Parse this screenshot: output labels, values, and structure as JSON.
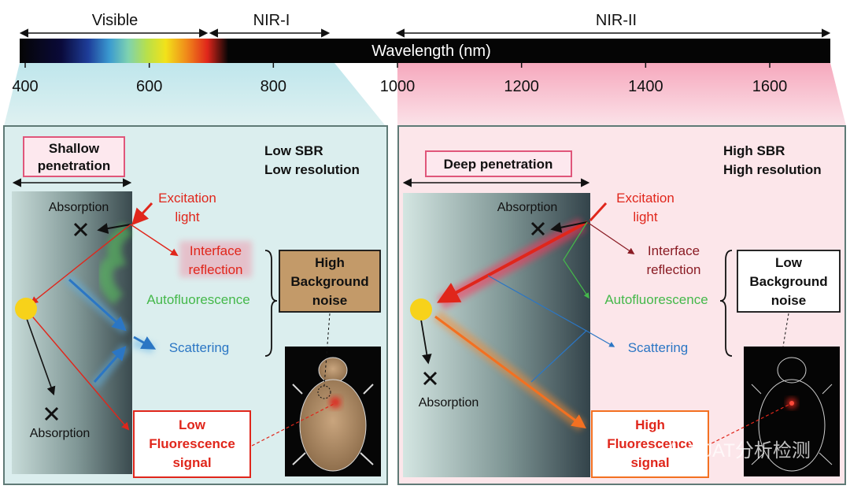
{
  "spectrum": {
    "bands": {
      "visible": "Visible",
      "nir1": "NIR-I",
      "nir2": "NIR-II"
    },
    "bar_label": "Wavelength (nm)",
    "ticks": [
      "400",
      "600",
      "800",
      "1000",
      "1200",
      "1400",
      "1600"
    ]
  },
  "nir1_panel": {
    "penetration": "Shallow penetration",
    "penetration_lines": [
      "Shallow",
      "penetration"
    ],
    "sbr_lines": [
      "Low SBR",
      "Low resolution"
    ],
    "excitation_lines": [
      "Excitation",
      "light"
    ],
    "absorption_top": "Absorption",
    "absorption_bottom": "Absorption",
    "interface_lines": [
      "Interface",
      "reflection"
    ],
    "autofluorescence": "Autofluorescence",
    "scattering": "Scattering",
    "background_lines": [
      "High",
      "Background",
      "noise"
    ],
    "signal_lines": [
      "Low",
      "Fluorescence",
      "signal"
    ]
  },
  "nir2_panel": {
    "penetration": "Deep penetration",
    "sbr_lines": [
      "High SBR",
      "High resolution"
    ],
    "excitation_lines": [
      "Excitation",
      "light"
    ],
    "absorption_top": "Absorption",
    "absorption_bottom": "Absorption",
    "interface_lines": [
      "Interface",
      "reflection"
    ],
    "autofluorescence": "Autofluorescence",
    "scattering": "Scattering",
    "background_lines": [
      "Low",
      "Background",
      "noise"
    ],
    "signal_lines": [
      "High",
      "Fluorescence",
      "signal"
    ]
  },
  "watermark": "JAT分析检测",
  "colors": {
    "red": "#e0261b",
    "green": "#44b84a",
    "blue": "#2b76c4",
    "nir1_bg": "#dbeeee",
    "nir2_bg": "#fce6ea",
    "tissue_dark": "#3d4e52",
    "dot": "#f7d21a",
    "orange": "#f37021",
    "noise_box": "#c39a69"
  }
}
